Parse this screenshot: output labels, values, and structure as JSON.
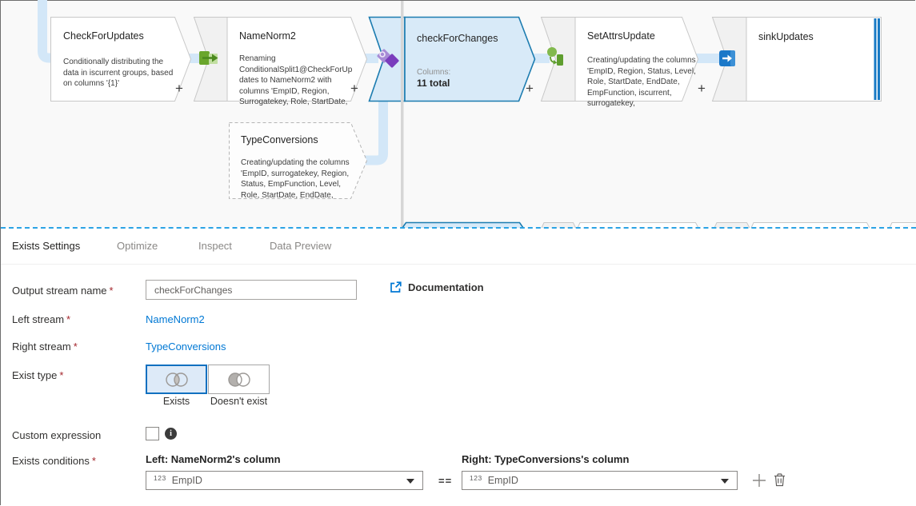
{
  "colors": {
    "accent": "#0078d4",
    "node_selected_fill": "#d8eaf8",
    "node_selected_border": "#1c7cb0",
    "connector": "#d3e7f8",
    "required_asterisk": "#a4262c",
    "divider_dashed": "#2ba3e4"
  },
  "icons": {
    "conditional_split": "green-split-icon",
    "exists": "purple-exists-icon",
    "derived_column": "green-derived-column-icon",
    "sink": "blue-sink-arrow-icon",
    "documentation": "external-link-icon",
    "info": "info-icon",
    "add_condition": "plus-icon",
    "delete_condition": "trash-icon",
    "dropdown": "caret-down-icon"
  },
  "canvas": {
    "add_label": "+",
    "nodes": {
      "checkForUpdates": {
        "title": "CheckForUpdates",
        "description": "Conditionally distributing the data in iscurrent groups, based on columns '{1}'"
      },
      "nameNorm2": {
        "title": "NameNorm2",
        "description": "Renaming ConditionalSplit1@CheckForUpdates to NameNorm2 with columns 'EmpID, Region, Surrogatekey, Role, StartDate,"
      },
      "checkForChanges": {
        "title": "checkForChanges",
        "columns_label": "Columns:",
        "columns_value": "11 total"
      },
      "setAttrsUpdate": {
        "title": "SetAttrsUpdate",
        "description": "Creating/updating the columns 'EmpID, Region, Status, Level, Role, StartDate, EndDate, EmpFunction, iscurrent, surrogatekey,"
      },
      "sinkUpdates": {
        "title": "sinkUpdates"
      },
      "typeConversions": {
        "title": "TypeConversions",
        "description": "Creating/updating the columns 'EmpID, surrogatekey, Region, Status, EmpFunction, Level, Role, StartDate, EndDate,"
      }
    }
  },
  "panel": {
    "tabs": [
      {
        "label": "Exists Settings",
        "active": true
      },
      {
        "label": "Optimize",
        "active": false
      },
      {
        "label": "Inspect",
        "active": false
      },
      {
        "label": "Data Preview",
        "active": false
      }
    ],
    "output_stream": {
      "label": "Output stream name",
      "required": "*",
      "value": "checkForChanges"
    },
    "documentation_label": "Documentation",
    "left_stream": {
      "label": "Left stream",
      "required": "*",
      "value": "NameNorm2"
    },
    "right_stream": {
      "label": "Right stream",
      "required": "*",
      "value": "TypeConversions"
    },
    "exist_type": {
      "label": "Exist type",
      "required": "*",
      "options": [
        {
          "label": "Exists",
          "selected": true
        },
        {
          "label": "Doesn't exist",
          "selected": false
        }
      ]
    },
    "custom_expression": {
      "label": "Custom expression"
    },
    "exists_conditions": {
      "label": "Exists conditions",
      "required": "*",
      "left_header": "Left: NameNorm2's column",
      "right_header": "Right: TypeConversions's column",
      "operator": "==",
      "type_badge": "123",
      "left_value": "EmpID",
      "right_value": "EmpID"
    }
  }
}
